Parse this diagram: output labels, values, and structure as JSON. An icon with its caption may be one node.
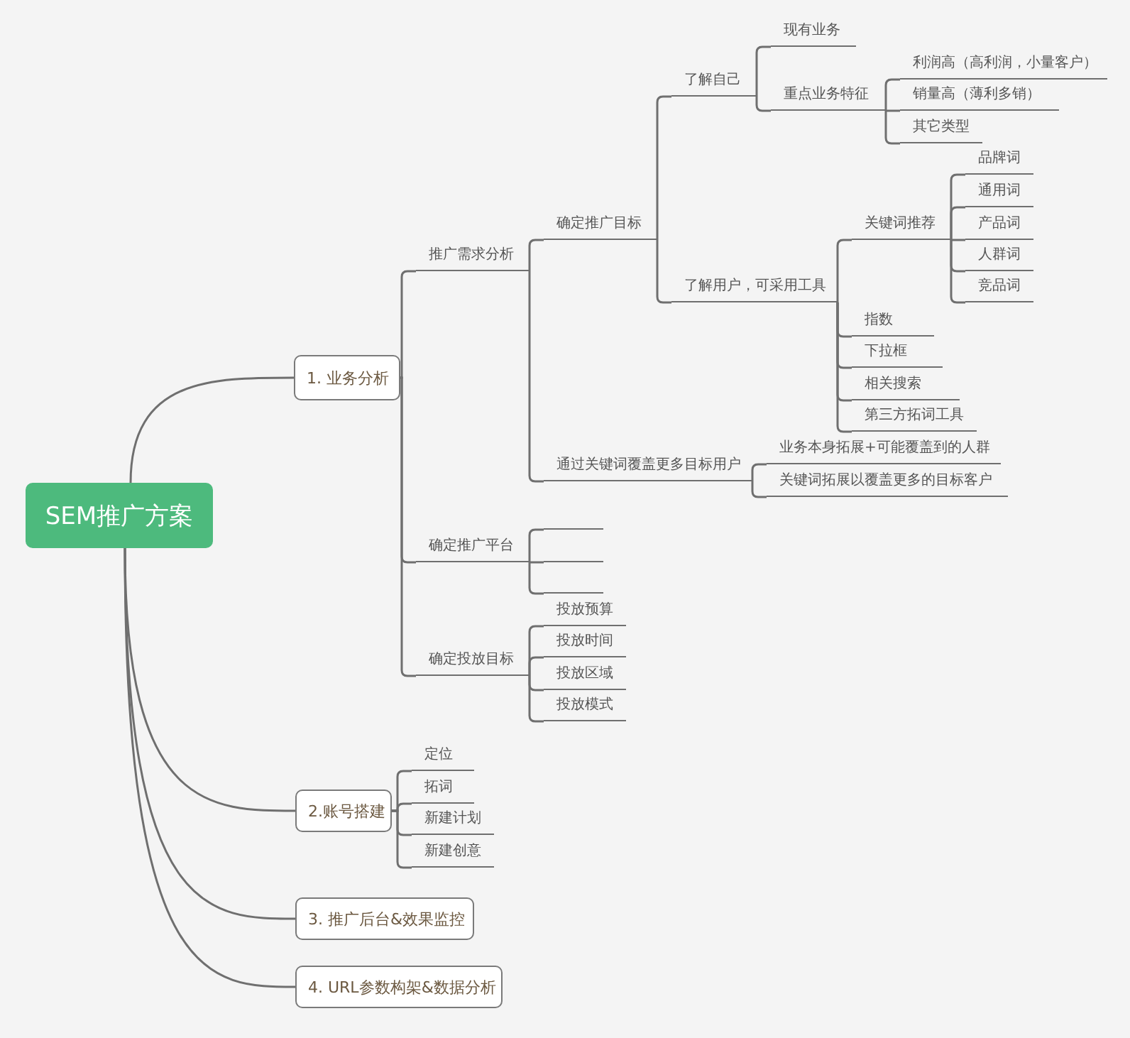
{
  "diagram": {
    "nodes": [
      {
        "text": [
          "SEM推广方案"
        ]
      },
      {
        "text": [
          "1. 业务分析"
        ]
      },
      {
        "text": [
          "2.账号搭建"
        ]
      },
      {
        "text": [
          "3. 推广后台&效果监控"
        ]
      },
      {
        "text": [
          "4. URL参数构架&数据分析"
        ]
      },
      {
        "text": [
          "推广需求分析"
        ]
      },
      {
        "text": [
          "确定推广平台"
        ]
      },
      {
        "text": [
          "确定投放目标"
        ]
      },
      {
        "text": [
          "确定推广目标"
        ]
      },
      {
        "text": [
          "通过关键词覆盖更多目标用户"
        ]
      },
      {
        "text": [
          "了解自己"
        ]
      },
      {
        "text": [
          "了解用户，可采用工具"
        ]
      },
      {
        "text": [
          "现有业务"
        ]
      },
      {
        "text": [
          "重点业务特征"
        ]
      },
      {
        "text": [
          "利润高（高利润，小量客户）"
        ]
      },
      {
        "text": [
          "销量高（薄利多销）"
        ]
      },
      {
        "text": [
          "其它类型"
        ]
      },
      {
        "text": [
          "关键词推荐"
        ]
      },
      {
        "text": [
          "指数"
        ]
      },
      {
        "text": [
          "下拉框"
        ]
      },
      {
        "text": [
          "相关搜索"
        ]
      },
      {
        "text": [
          "第三方拓词工具"
        ]
      },
      {
        "text": [
          "品牌词"
        ]
      },
      {
        "text": [
          "通用词"
        ]
      },
      {
        "text": [
          "产品词"
        ]
      },
      {
        "text": [
          "人群词"
        ]
      },
      {
        "text": [
          "竞品词"
        ]
      },
      {
        "text": [
          "业务本身拓展+可能覆盖到的人群"
        ]
      },
      {
        "text": [
          "关键词拓展以覆盖更多的目标客户"
        ]
      },
      {
        "text": [],
        "shape": "bar"
      },
      {
        "text": [],
        "shape": "bar"
      },
      {
        "text": [],
        "shape": "bar"
      },
      {
        "text": [
          "投放预算"
        ]
      },
      {
        "text": [
          "投放时间"
        ]
      },
      {
        "text": [
          "投放区域"
        ]
      },
      {
        "text": [
          "投放模式"
        ]
      },
      {
        "text": [
          "定位"
        ]
      },
      {
        "text": [
          "拓词"
        ]
      },
      {
        "text": [
          "新建计划"
        ]
      },
      {
        "text": [
          "新建创意"
        ]
      }
    ],
    "edges": [
      {
        "from": 0,
        "to": 1,
        "arrow": "none"
      },
      {
        "from": 0,
        "to": 2,
        "arrow": "none"
      },
      {
        "from": 0,
        "to": 3,
        "arrow": "none"
      },
      {
        "from": 0,
        "to": 4,
        "arrow": "none"
      },
      {
        "from": 1,
        "to": 5,
        "arrow": "none"
      },
      {
        "from": 1,
        "to": 6,
        "arrow": "none"
      },
      {
        "from": 1,
        "to": 7,
        "arrow": "none"
      },
      {
        "from": 5,
        "to": 8,
        "arrow": "none"
      },
      {
        "from": 5,
        "to": 9,
        "arrow": "none"
      },
      {
        "from": 8,
        "to": 10,
        "arrow": "none"
      },
      {
        "from": 8,
        "to": 11,
        "arrow": "none"
      },
      {
        "from": 10,
        "to": 12,
        "arrow": "none"
      },
      {
        "from": 10,
        "to": 13,
        "arrow": "none"
      },
      {
        "from": 13,
        "to": 14,
        "arrow": "none"
      },
      {
        "from": 13,
        "to": 15,
        "arrow": "none"
      },
      {
        "from": 13,
        "to": 16,
        "arrow": "none"
      },
      {
        "from": 11,
        "to": 17,
        "arrow": "none"
      },
      {
        "from": 11,
        "to": 18,
        "arrow": "none"
      },
      {
        "from": 11,
        "to": 19,
        "arrow": "none"
      },
      {
        "from": 11,
        "to": 20,
        "arrow": "none"
      },
      {
        "from": 11,
        "to": 21,
        "arrow": "none"
      },
      {
        "from": 17,
        "to": 22,
        "arrow": "none"
      },
      {
        "from": 17,
        "to": 23,
        "arrow": "none"
      },
      {
        "from": 17,
        "to": 24,
        "arrow": "none"
      },
      {
        "from": 17,
        "to": 25,
        "arrow": "none"
      },
      {
        "from": 17,
        "to": 26,
        "arrow": "none"
      },
      {
        "from": 9,
        "to": 27,
        "arrow": "none"
      },
      {
        "from": 9,
        "to": 28,
        "arrow": "none"
      },
      {
        "from": 6,
        "to": 29,
        "arrow": "none"
      },
      {
        "from": 6,
        "to": 30,
        "arrow": "none"
      },
      {
        "from": 6,
        "to": 31,
        "arrow": "none"
      },
      {
        "from": 7,
        "to": 32,
        "arrow": "none"
      },
      {
        "from": 7,
        "to": 33,
        "arrow": "none"
      },
      {
        "from": 7,
        "to": 34,
        "arrow": "none"
      },
      {
        "from": 7,
        "to": 35,
        "arrow": "none"
      },
      {
        "from": 2,
        "to": 36,
        "arrow": "none"
      },
      {
        "from": 2,
        "to": 37,
        "arrow": "none"
      },
      {
        "from": 2,
        "to": 38,
        "arrow": "none"
      },
      {
        "from": 2,
        "to": 39,
        "arrow": "none"
      }
    ]
  }
}
